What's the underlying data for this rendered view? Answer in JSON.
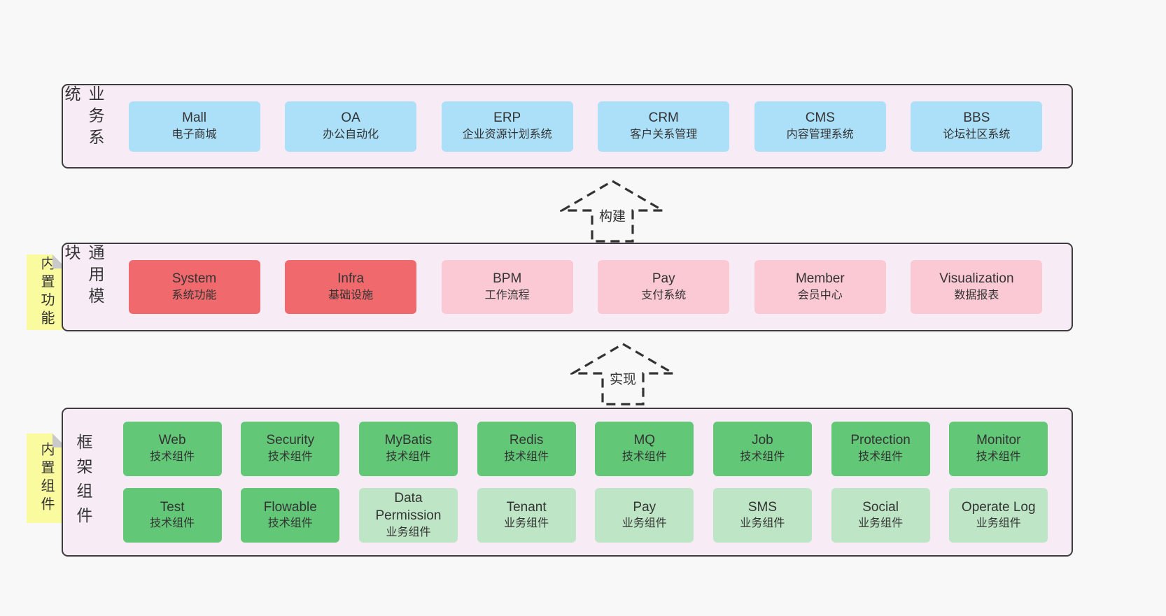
{
  "colors": {
    "page_bg": "#f8f8f8",
    "panel_bg": "#f7ecf5",
    "panel_border": "#3d3d3d",
    "box_blue": "#ace0f9",
    "box_red": "#f06a6d",
    "box_pink": "#fbc9d4",
    "box_green": "#63c778",
    "box_light_green": "#bee6c6",
    "sticky_yellow": "#fafa9e",
    "text": "#333333"
  },
  "arrows": [
    {
      "label": "构建"
    },
    {
      "label": "实现"
    }
  ],
  "layers": [
    {
      "side_label": "业务系统",
      "boxes": [
        {
          "name": "Mall",
          "desc": "电子商城"
        },
        {
          "name": "OA",
          "desc": "办公自动化"
        },
        {
          "name": "ERP",
          "desc": "企业资源计划系统"
        },
        {
          "name": "CRM",
          "desc": "客户关系管理"
        },
        {
          "name": "CMS",
          "desc": "内容管理系统"
        },
        {
          "name": "BBS",
          "desc": "论坛社区系统"
        }
      ]
    },
    {
      "side_label": "通用模块",
      "sticky_label": "内置功能",
      "boxes": [
        {
          "name": "System",
          "desc": "系统功能"
        },
        {
          "name": "Infra",
          "desc": "基础设施"
        },
        {
          "name": "BPM",
          "desc": "工作流程"
        },
        {
          "name": "Pay",
          "desc": "支付系统"
        },
        {
          "name": "Member",
          "desc": "会员中心"
        },
        {
          "name": "Visualization",
          "desc": "数据报表"
        }
      ]
    },
    {
      "side_label": "框架组件",
      "sticky_label": "内置组件",
      "rows": [
        [
          {
            "name": "Web",
            "desc": "技术组件"
          },
          {
            "name": "Security",
            "desc": "技术组件"
          },
          {
            "name": "MyBatis",
            "desc": "技术组件"
          },
          {
            "name": "Redis",
            "desc": "技术组件"
          },
          {
            "name": "MQ",
            "desc": "技术组件"
          },
          {
            "name": "Job",
            "desc": "技术组件"
          },
          {
            "name": "Protection",
            "desc": "技术组件"
          },
          {
            "name": "Monitor",
            "desc": "技术组件"
          }
        ],
        [
          {
            "name": "Test",
            "desc": "技术组件"
          },
          {
            "name": "Flowable",
            "desc": "技术组件"
          },
          {
            "name": "Data Permission",
            "desc": "业务组件"
          },
          {
            "name": "Tenant",
            "desc": "业务组件"
          },
          {
            "name": "Pay",
            "desc": "业务组件"
          },
          {
            "name": "SMS",
            "desc": "业务组件"
          },
          {
            "name": "Social",
            "desc": "业务组件"
          },
          {
            "name": "Operate Log",
            "desc": "业务组件"
          }
        ]
      ]
    }
  ]
}
